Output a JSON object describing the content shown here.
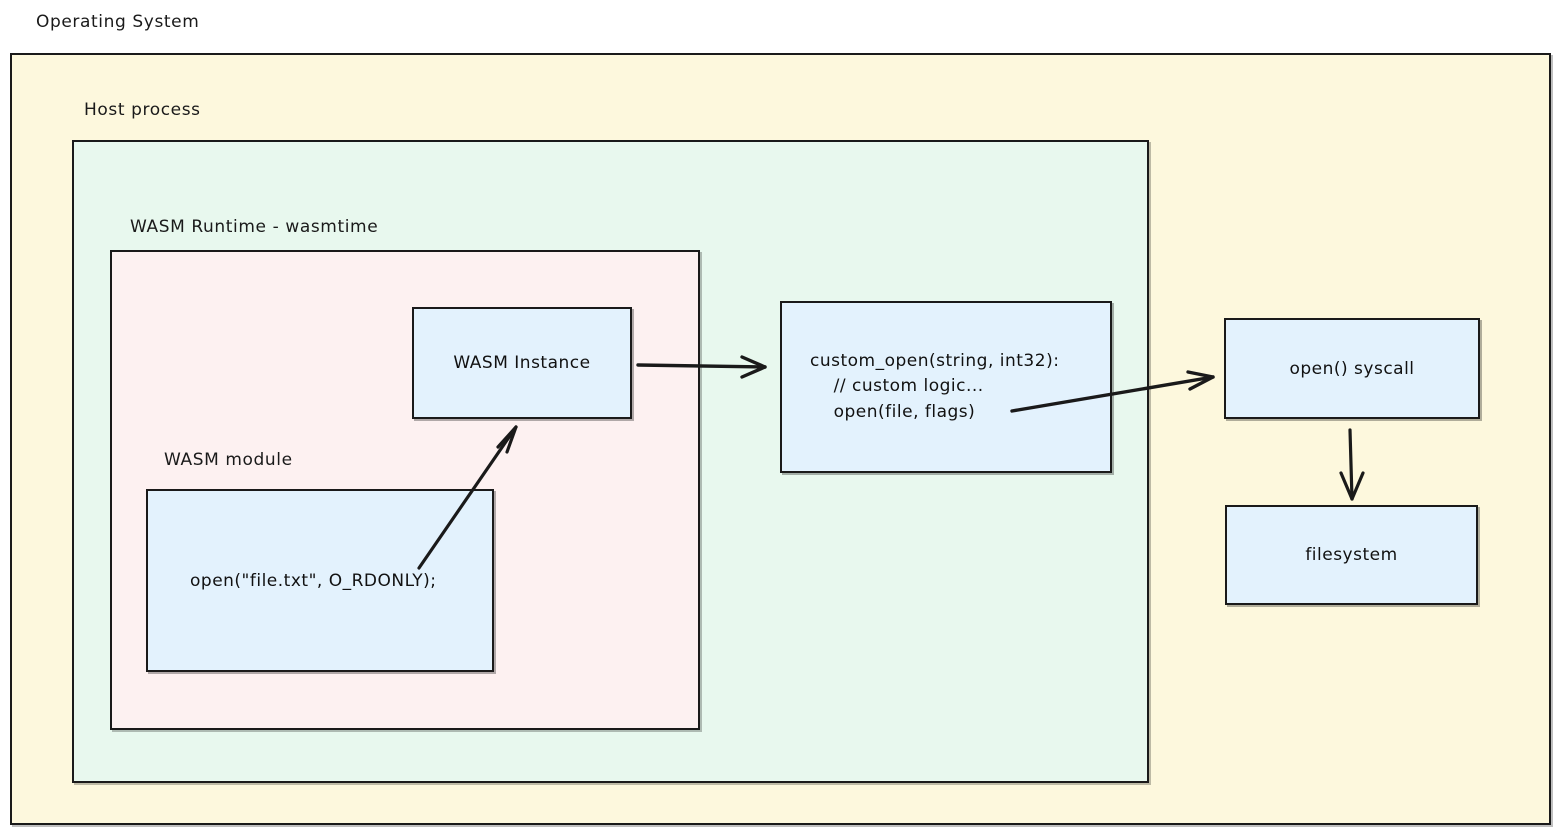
{
  "diagram": {
    "title": "Operating System",
    "containers": [
      {
        "id": "os",
        "label": "Operating System",
        "color": "#fdf8dd"
      },
      {
        "id": "host",
        "label": "Host process",
        "color": "#e8f8ee"
      },
      {
        "id": "runtime",
        "label": "WASM Runtime - wasmtime",
        "color": "#fdf1f1"
      },
      {
        "id": "module",
        "label": "WASM module",
        "color": "#fdf1f1"
      }
    ],
    "nodes": [
      {
        "id": "wasm-instance",
        "label": "WASM Instance",
        "color": "#e3f2fd"
      },
      {
        "id": "module-code",
        "label": "open(\"file.txt\", O_RDONLY);",
        "color": "#e3f2fd"
      },
      {
        "id": "custom-open",
        "label": "custom_open(string, int32):\n    // custom logic...\n    open(file, flags)",
        "color": "#e3f2fd"
      },
      {
        "id": "syscall",
        "label": "open() syscall",
        "color": "#e3f2fd"
      },
      {
        "id": "filesystem",
        "label": "filesystem",
        "color": "#e3f2fd"
      }
    ],
    "edges": [
      {
        "id": "module-to-instance",
        "from": "module-code",
        "to": "wasm-instance"
      },
      {
        "id": "instance-to-custom",
        "from": "wasm-instance",
        "to": "custom-open"
      },
      {
        "id": "custom-to-syscall",
        "from": "custom-open",
        "to": "syscall"
      },
      {
        "id": "syscall-to-fs",
        "from": "syscall",
        "to": "filesystem"
      }
    ],
    "stroke_color": "#1a1a1a"
  }
}
